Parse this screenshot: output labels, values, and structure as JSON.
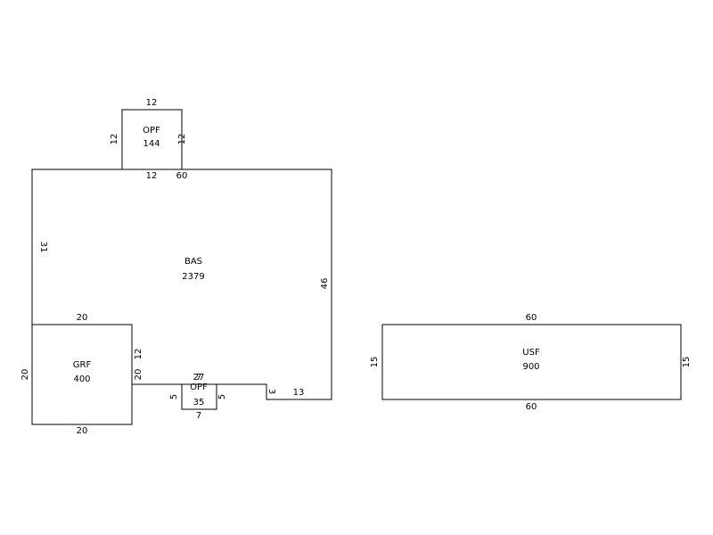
{
  "areas": {
    "opf_top": {
      "code": "OPF",
      "area": "144"
    },
    "bas": {
      "code": "BAS",
      "area": "2379"
    },
    "grf": {
      "code": "GRF",
      "area": "400"
    },
    "opf_bottom": {
      "code": "OPF",
      "area": "35"
    },
    "usf": {
      "code": "USF",
      "area": "900"
    }
  },
  "dimensions": {
    "opf_top": {
      "top": "12",
      "left": "12",
      "right": "12",
      "bottom": "12"
    },
    "bas": {
      "top": "60",
      "left": "31",
      "right": "46",
      "step": "3",
      "bottom_right": "13",
      "bottom_mid": "27"
    },
    "grf": {
      "top": "20",
      "left": "20",
      "bottom": "20",
      "right_upper": "12",
      "right_lower": "20"
    },
    "opf_bottom": {
      "top": "7",
      "left": "5",
      "right": "5",
      "bottom": "7"
    },
    "usf": {
      "top": "60",
      "left": "15",
      "right": "15",
      "bottom": "60"
    }
  }
}
